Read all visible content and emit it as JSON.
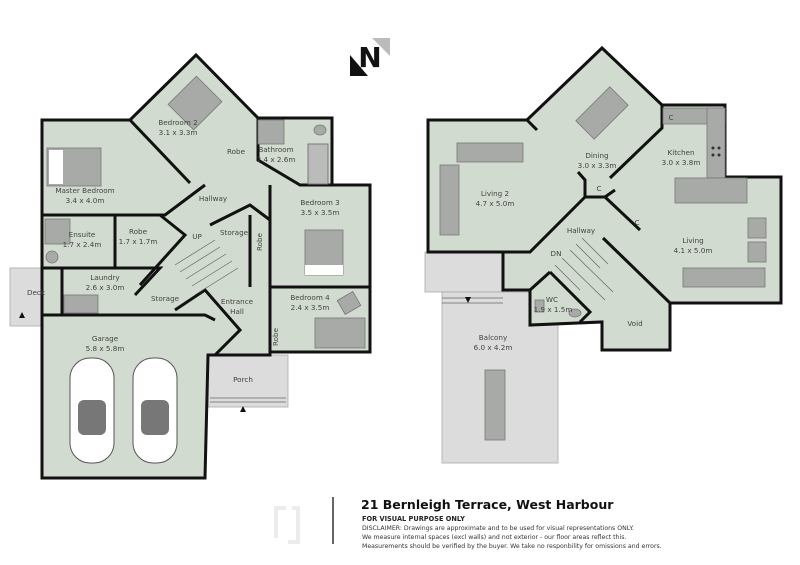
{
  "colors": {
    "floor": "#d2dbcf",
    "walls": "#111111",
    "furniture": "#a8aaa8",
    "exterior": "#dcdcdc"
  },
  "compass": {
    "letter": "N"
  },
  "lower_floor": {
    "rooms": [
      {
        "name": "Master Bedroom",
        "dims": "3.4 x 4.0m"
      },
      {
        "name": "Bedroom 2",
        "dims": "3.1 x 3.3m"
      },
      {
        "name": "Bathroom",
        "dims": "2.4 x 2.6m"
      },
      {
        "name": "Hallway",
        "dims": ""
      },
      {
        "name": "Bedroom 3",
        "dims": "3.5 x 3.5m"
      },
      {
        "name": "Ensuite",
        "dims": "1.7 x 2.4m"
      },
      {
        "name": "Robe",
        "dims": "1.7 x 1.7m"
      },
      {
        "name": "Laundry",
        "dims": "2.6 x 3.0m"
      },
      {
        "name": "Deck",
        "dims": ""
      },
      {
        "name": "Storage",
        "dims": ""
      },
      {
        "name": "Entrance",
        "dims": "Hall"
      },
      {
        "name": "Bedroom 4",
        "dims": "2.4 x 3.5m"
      },
      {
        "name": "Garage",
        "dims": "5.8 x 5.8m"
      },
      {
        "name": "Porch",
        "dims": ""
      }
    ],
    "small_labels": {
      "robe_top": "Robe",
      "storage_upper": "Storage",
      "robe_b3": "Robe",
      "robe_b4": "Robe",
      "stair": "UP"
    }
  },
  "upper_floor": {
    "rooms": [
      {
        "name": "Living 2",
        "dims": "4.7 x 5.0m"
      },
      {
        "name": "Dining",
        "dims": "3.0 x 3.3m"
      },
      {
        "name": "Kitchen",
        "dims": "3.0 x 3.8m"
      },
      {
        "name": "Hallway",
        "dims": ""
      },
      {
        "name": "Living",
        "dims": "4.1 x 5.0m"
      },
      {
        "name": "WC",
        "dims": "1.9 x 1.5m"
      },
      {
        "name": "Void",
        "dims": ""
      },
      {
        "name": "Balcony",
        "dims": "6.0 x 4.2m"
      }
    ],
    "small_labels": {
      "stair": "DN",
      "cupboard": "C"
    }
  },
  "footer": {
    "address": "21 Bernleigh Terrace, West Harbour",
    "notice": "FOR VISUAL PURPOSE ONLY",
    "disclaimer": [
      "DISCLAIMER:  Drawings are approximate and to be used for visual representations ONLY.",
      "We measure internal spaces (excl walls) and not exterior - our floor areas reflect this.",
      "Measurements should be verified by the buyer. We take no responbility for omissions and errors."
    ]
  }
}
